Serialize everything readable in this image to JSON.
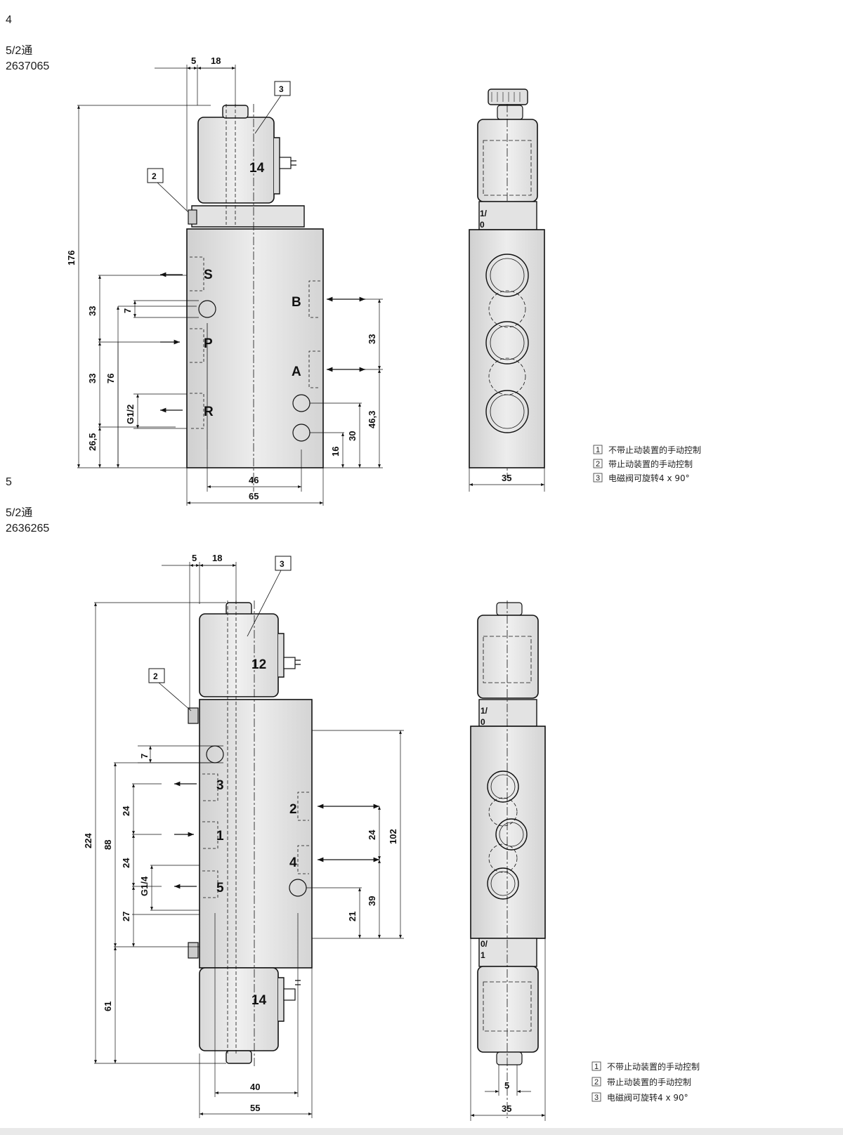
{
  "sections": [
    {
      "number": "4",
      "type": "5/2通",
      "part": "2637065",
      "top_dims": [
        "5",
        "18"
      ],
      "callouts": [
        "3",
        "2"
      ],
      "solenoids": [
        "14"
      ],
      "ports_left": [
        "S",
        "P",
        "R"
      ],
      "ports_right": [
        "B",
        "A"
      ],
      "dims_left": [
        "176",
        "33",
        "7",
        "33",
        "76",
        "G1/2",
        "26,5"
      ],
      "dims_right": [
        "33",
        "46,3",
        "30",
        "16"
      ],
      "dims_bottom": [
        "46",
        "65"
      ],
      "side_width": "35",
      "side_switch": [
        "1/",
        "0"
      ],
      "legend": [
        {
          "num": "1",
          "text": "不带止动装置的手动控制"
        },
        {
          "num": "2",
          "text": "带止动装置的手动控制"
        },
        {
          "num": "3",
          "text": "电磁阀可旋转4 x 90°"
        }
      ]
    },
    {
      "number": "5",
      "type": "5/2通",
      "part": "2636265",
      "top_dims": [
        "5",
        "18"
      ],
      "callouts": [
        "3",
        "2"
      ],
      "solenoids": [
        "12",
        "14"
      ],
      "ports_left": [
        "3",
        "1",
        "5"
      ],
      "ports_right": [
        "2",
        "4"
      ],
      "dims_left": [
        "224",
        "7",
        "88",
        "24",
        "24",
        "G1/4",
        "27",
        "61"
      ],
      "dims_right": [
        "102",
        "24",
        "39",
        "21"
      ],
      "dims_bottom": [
        "40",
        "55"
      ],
      "side_width": "35",
      "side_bottom": "5",
      "side_switch": [
        "1/",
        "0",
        "0/",
        "1"
      ],
      "legend": [
        {
          "num": "1",
          "text": "不带止动装置的手动控制"
        },
        {
          "num": "2",
          "text": "带止动装置的手动控制"
        },
        {
          "num": "3",
          "text": "电磁阀可旋转4 x 90°"
        }
      ]
    }
  ]
}
